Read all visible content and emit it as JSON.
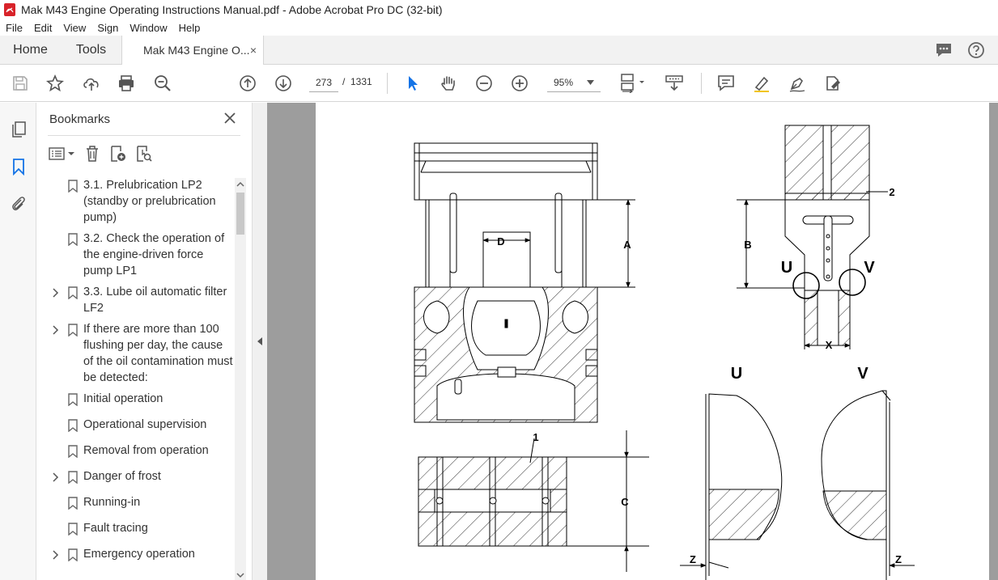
{
  "window": {
    "title": "Mak M43 Engine Operating Instructions Manual.pdf - Adobe Acrobat Pro DC (32-bit)"
  },
  "menu": [
    "File",
    "Edit",
    "View",
    "Sign",
    "Window",
    "Help"
  ],
  "tabs": {
    "home": "Home",
    "tools": "Tools",
    "document": "Mak M43 Engine O...",
    "close": "×"
  },
  "toolbar": {
    "page_current": "273",
    "page_sep": "/",
    "page_total": "1331",
    "zoom": "95%"
  },
  "bookmarks": {
    "title": "Bookmarks",
    "items": [
      {
        "label": "3.1. Prelubrication LP2 (standby or prelubrication pump)",
        "expandable": false
      },
      {
        "label": "3.2. Check the operation of the engine-driven force pump LP1",
        "expandable": false
      },
      {
        "label": "3.3. Lube oil automatic filter LF2",
        "expandable": true
      },
      {
        "label": "If there are more than 100 flushing per day, the cause of the oil contamination must be detected:",
        "expandable": true
      },
      {
        "label": "Initial operation",
        "expandable": false
      },
      {
        "label": "Operational supervision",
        "expandable": false
      },
      {
        "label": "Removal from operation",
        "expandable": false
      },
      {
        "label": "Danger of frost",
        "expandable": true
      },
      {
        "label": "Running-in",
        "expandable": false
      },
      {
        "label": "Fault tracing",
        "expandable": false
      },
      {
        "label": "Emergency operation",
        "expandable": true
      }
    ]
  },
  "drawing_labels": {
    "a": "A",
    "b": "B",
    "c": "C",
    "d": "D",
    "x": "X",
    "z1": "Z",
    "z2": "Z",
    "u": "U",
    "v": "V",
    "u2": "U",
    "v2": "V",
    "n1": "1",
    "n2": "2"
  },
  "colors": {
    "accent": "#1473e6",
    "doc_bg": "#9d9d9d"
  }
}
